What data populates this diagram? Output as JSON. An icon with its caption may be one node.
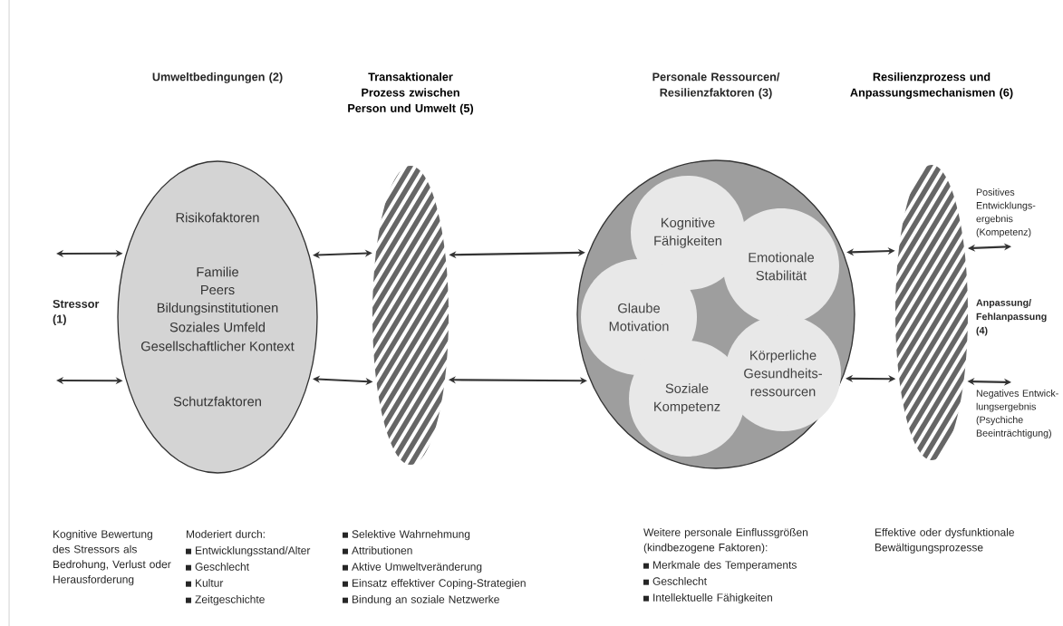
{
  "diagram": {
    "nodes": [
      {
        "text": [
          "Stressor (1)"
        ]
      },
      {
        "text": [
          "Risikofaktoren",
          "Familie",
          "Peers",
          "Bildungsinstitutionen",
          "Soziales Umfeld",
          "Gesellschaftlicher Kontext",
          "Schutzfaktoren"
        ]
      },
      {
        "text": [
          "Transaktionaler Prozess zwischen Person und Umwelt (5)"
        ]
      },
      {
        "text": [],
        "shape": "circle"
      },
      {
        "text": [
          "Kognitive Fähigkeiten"
        ],
        "in": 3
      },
      {
        "text": [
          "Emotionale Stabilität"
        ],
        "in": 3
      },
      {
        "text": [
          "Glaube Motivation"
        ],
        "in": 3
      },
      {
        "text": [
          "Körperliche Gesundheits- ressourcen"
        ],
        "in": 3
      },
      {
        "text": [
          "Soziale Kompetenz"
        ],
        "in": 3
      },
      {
        "text": [
          "Resilienzprozess und Anpassungsmechanismen (6)"
        ]
      },
      {
        "text": [
          "Positives Entwicklungs- ergebnis (Kompetenz)"
        ]
      },
      {
        "text": [
          "Negatives Entwick- lungsergebnis (Psychiche Beeinträchtigung)"
        ]
      }
    ],
    "edges": [
      {
        "from": 0,
        "to": 1,
        "arrow": "both"
      },
      {
        "from": 0,
        "to": 1,
        "arrow": "both"
      },
      {
        "from": 1,
        "to": 2,
        "arrow": "both"
      },
      {
        "from": 1,
        "to": 2,
        "arrow": "both"
      },
      {
        "from": 2,
        "to": 3,
        "arrow": "both"
      },
      {
        "from": 2,
        "to": 3,
        "arrow": "both"
      },
      {
        "from": 3,
        "to": 9,
        "arrow": "both"
      },
      {
        "from": 3,
        "to": 9,
        "arrow": "both"
      },
      {
        "from": 9,
        "to": 10,
        "arrow": "both"
      },
      {
        "from": 9,
        "to": 11,
        "arrow": "both"
      }
    ],
    "labels": [
      "Umweltbedingungen (2)",
      "Personale Ressourcen/ Resilienzfaktoren (3)",
      "Anpassung/ Fehlanpassung (4)",
      "Kognitive Bewertung des Stressors als Bedrohung, Verlust oder Herausforderung",
      "Moderiert durch:",
      "Entwicklungsstand/Alter",
      "Geschlecht",
      "Kultur",
      "Zeitgeschichte",
      "Selektive Wahrnehmung",
      "Attributionen",
      "Aktive Umweltveränderung",
      "Einsatz effektiver Coping-Strategien",
      "Bindung an soziale Netzwerke",
      "Weitere personale Einflussgrößen (kindbezogene Faktoren):",
      "Merkmale des Temperaments",
      "Geschlecht",
      "Intellektuelle Fähigkeiten",
      "Effektive oder dysfunktionale Bewältigungsprozesse"
    ]
  }
}
